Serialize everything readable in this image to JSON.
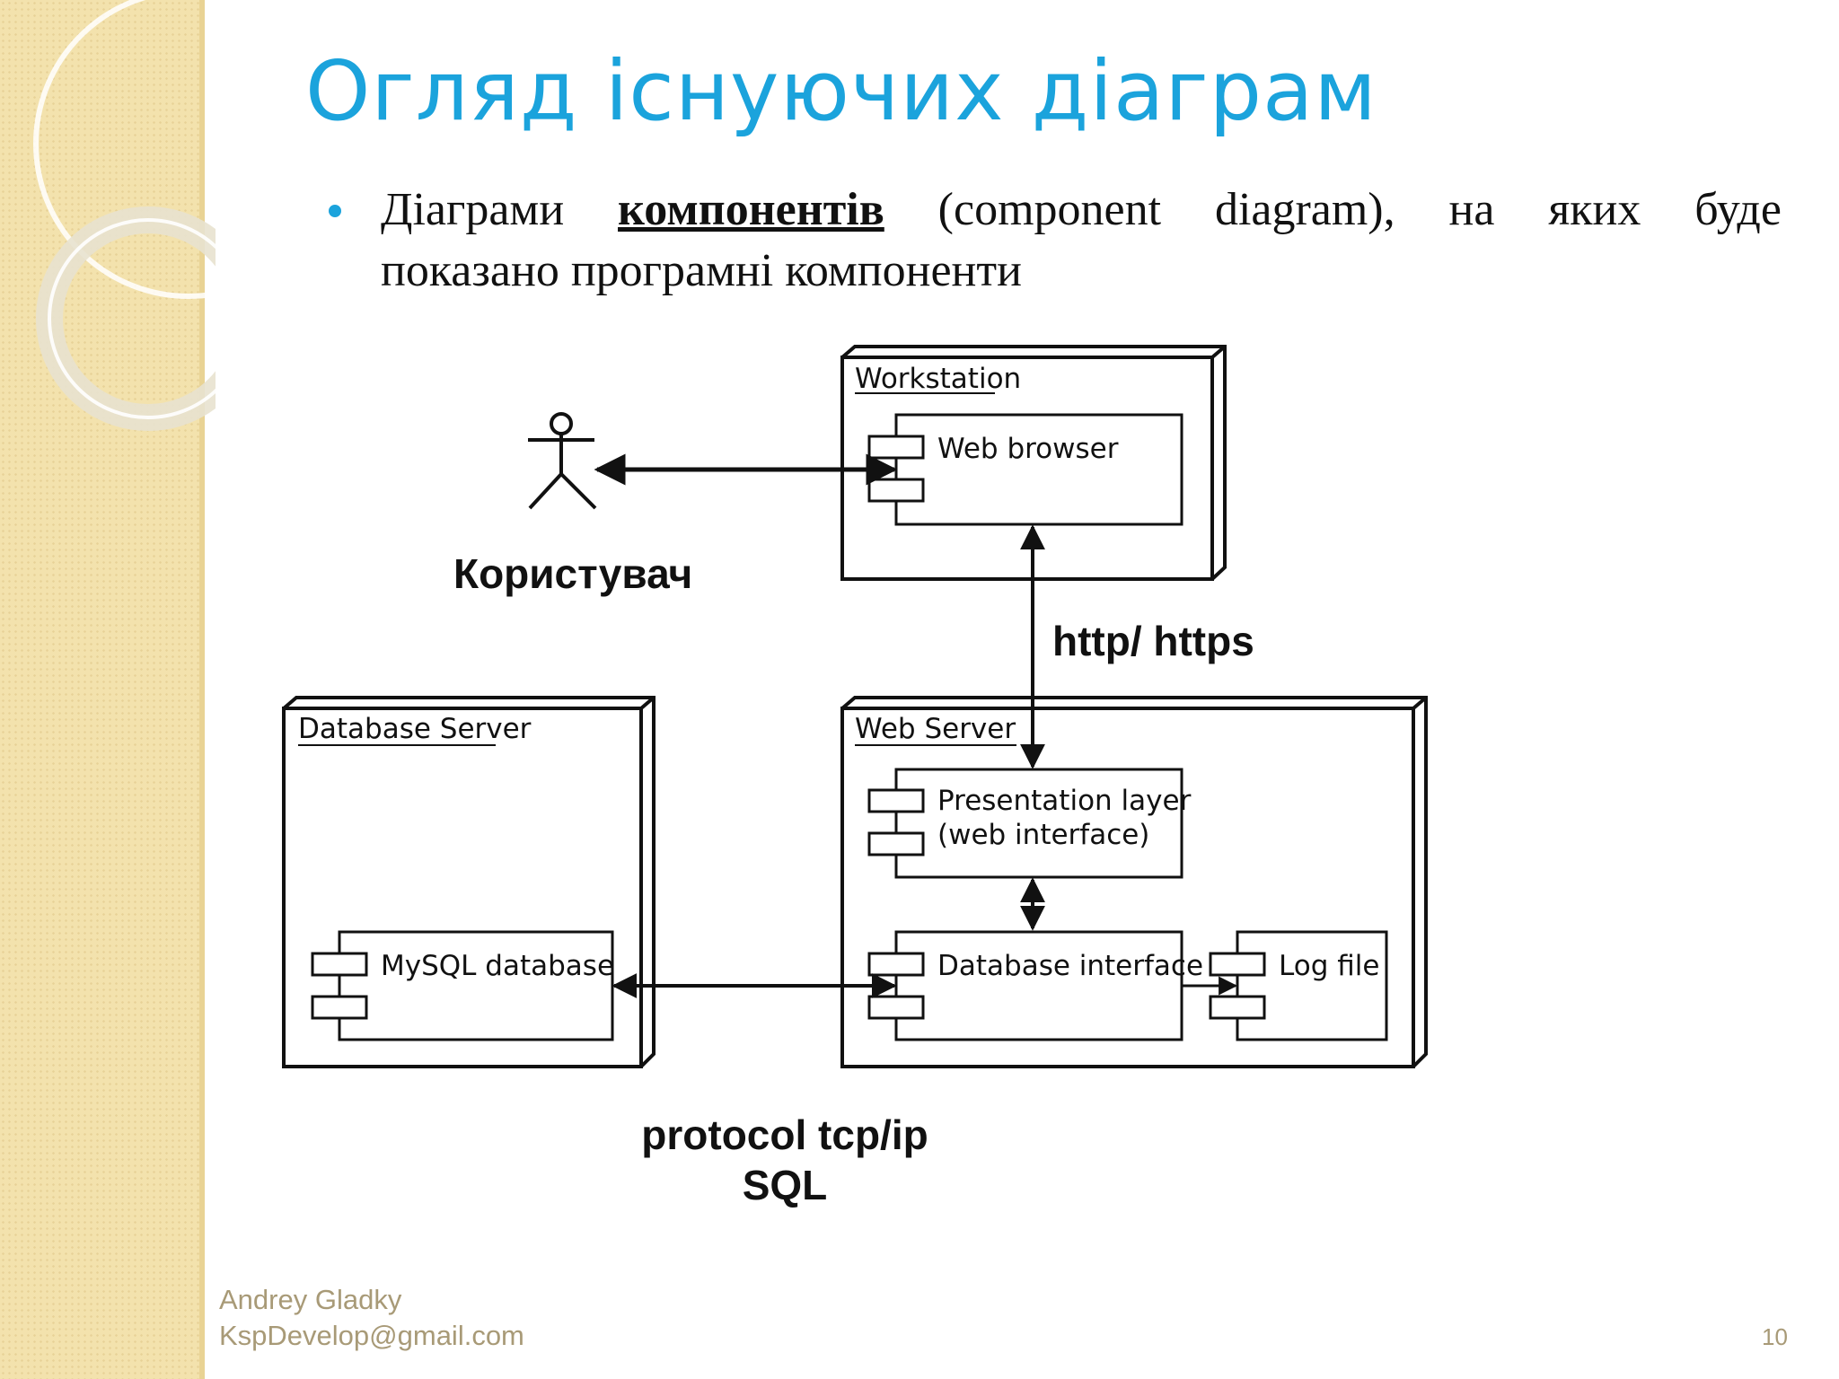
{
  "slide": {
    "title": "Огляд існуючих діаграм",
    "bullet": {
      "words_before": [
        "Діаграми"
      ],
      "bold": "компонентів",
      "words_after": [
        "(component",
        "diagram),",
        "на",
        "яких",
        "буде"
      ],
      "line2": "показано програмні компоненти"
    },
    "footer": {
      "author": "Andrey Gladky",
      "email": "KspDevelop@gmail.com",
      "page": "10"
    }
  },
  "diagram": {
    "actor_label": "Користувач",
    "nodes": {
      "workstation": "Workstation",
      "web_server": "Web Server",
      "database_server": "Database Server"
    },
    "components": {
      "web_browser": "Web browser",
      "presentation_line1": "Presentation layer",
      "presentation_line2": "(web interface)",
      "database_interface": "Database interface",
      "log_file": "Log file",
      "mysql_database": "MySQL database"
    },
    "edges": {
      "http": "http/ https",
      "tcp_line1": "protocol tcp/ip",
      "tcp_line2": "SQL"
    }
  }
}
